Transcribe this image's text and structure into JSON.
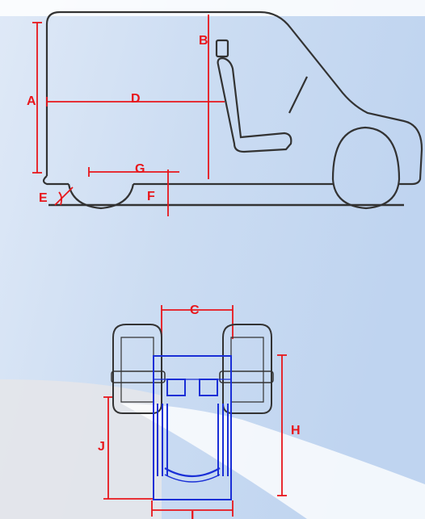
{
  "colors": {
    "dimension": "#e8161b",
    "outline": "#333333",
    "wheelchair": "#1a2fd6",
    "background": "#c9dbf2"
  },
  "labels": {
    "A": "A",
    "B": "B",
    "C": "C",
    "D": "D",
    "E": "E",
    "F": "F",
    "G": "G",
    "H": "H",
    "I": "I",
    "J": "J"
  }
}
